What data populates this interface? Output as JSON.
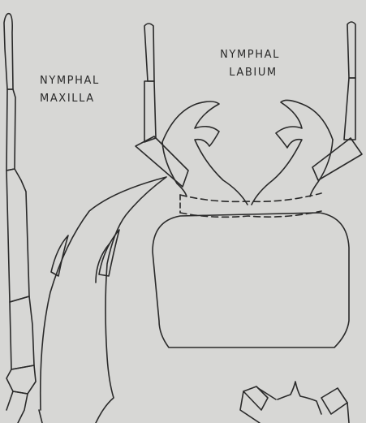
{
  "labels": {
    "maxilla": [
      "Nymphal",
      "Maxilla"
    ],
    "labium": [
      "Nymphal",
      "Labium"
    ]
  },
  "colors": {
    "background": "#d7d7d5",
    "ink": "#2a2a2a"
  }
}
